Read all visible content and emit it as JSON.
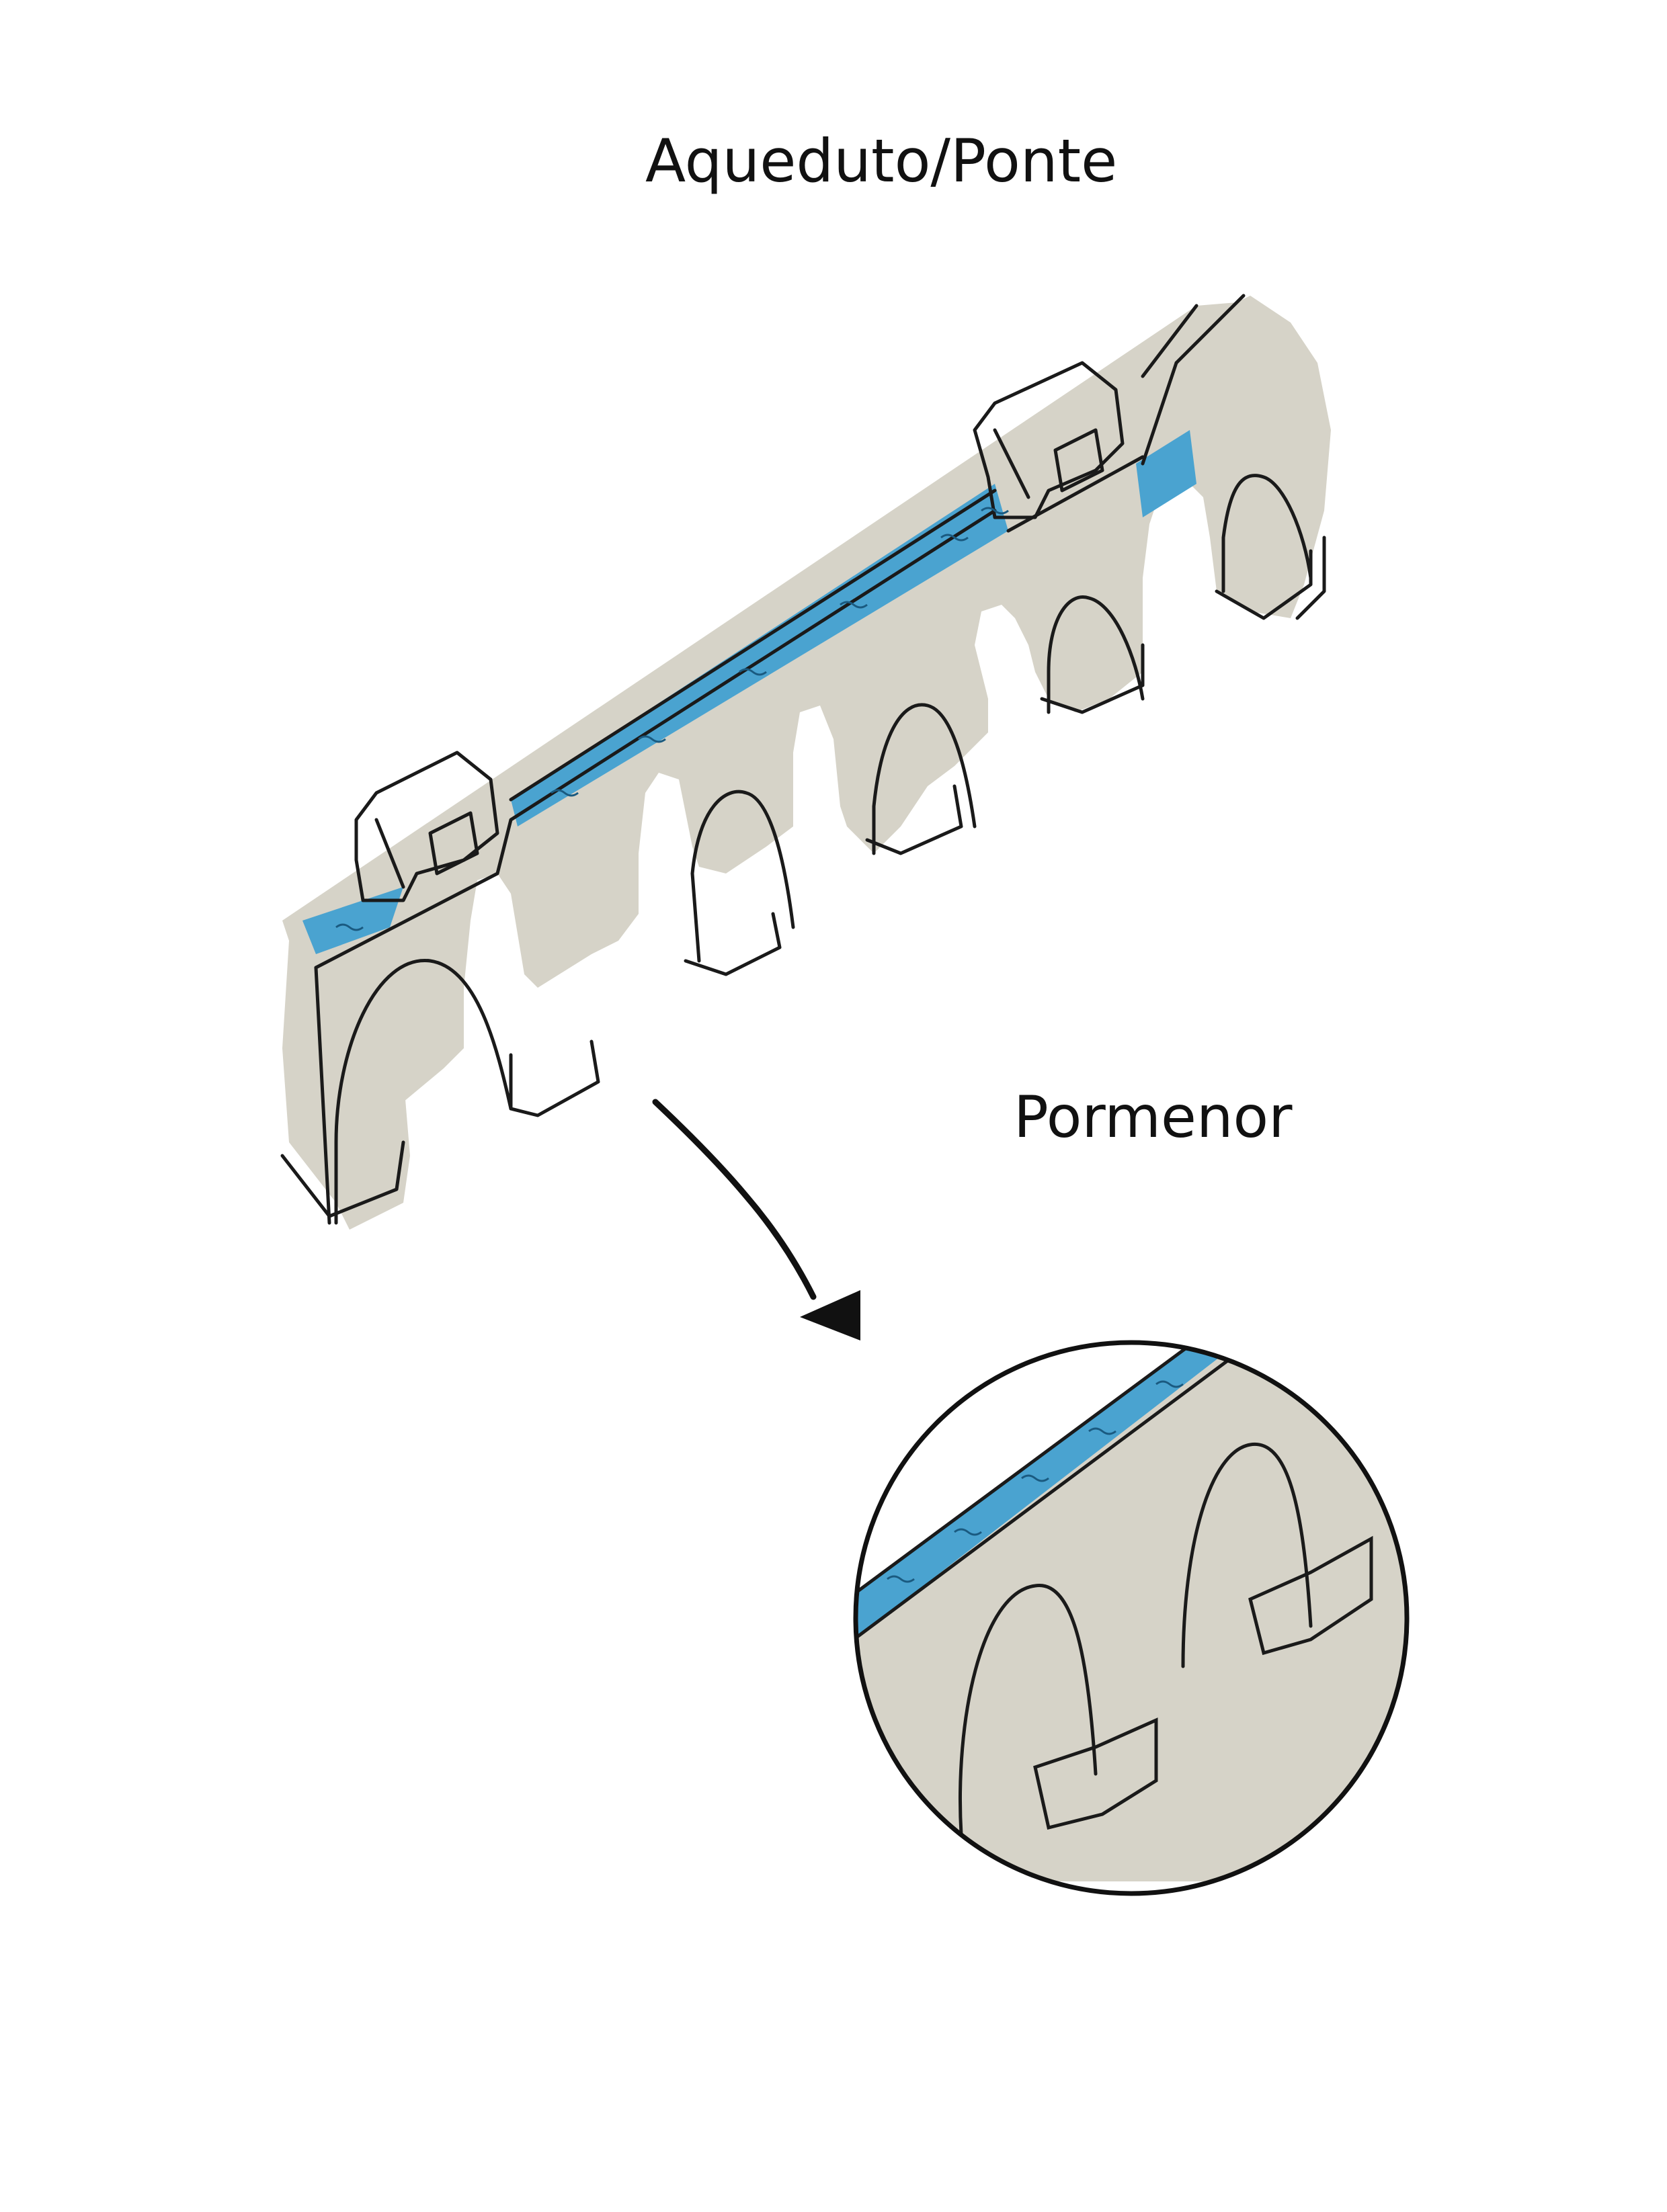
{
  "labels": {
    "title": "Aqueduto/Ponte",
    "detail": "Pormenor"
  },
  "icons": {
    "aqueduct": "aqueduct-bridge-illustration",
    "arrow": "curved-arrow-icon",
    "magnifier": "detail-circle"
  },
  "colors": {
    "stone": "#d6d3c8",
    "water": "#4aa3d0",
    "ink": "#1a1a1a",
    "background": "#ffffff"
  }
}
